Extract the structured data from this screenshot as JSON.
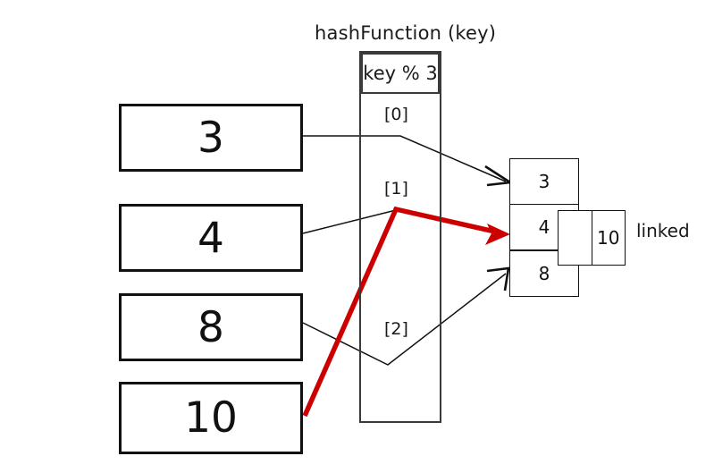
{
  "diagram": {
    "title": "hashFunction (key)",
    "hash_expression": "key % 3",
    "slot_labels": [
      "[0]",
      "[1]",
      "[2]"
    ],
    "input_keys": [
      "3",
      "4",
      "8",
      "10"
    ],
    "buckets": [
      "3",
      "4",
      "8"
    ],
    "linked_node": {
      "empty_cell": "",
      "value": "10",
      "label": "linked"
    },
    "colors": {
      "stroke": "#111111",
      "column_stroke": "#3a3a3a",
      "highlight": "#cc0000",
      "background": "#ffffff"
    }
  }
}
